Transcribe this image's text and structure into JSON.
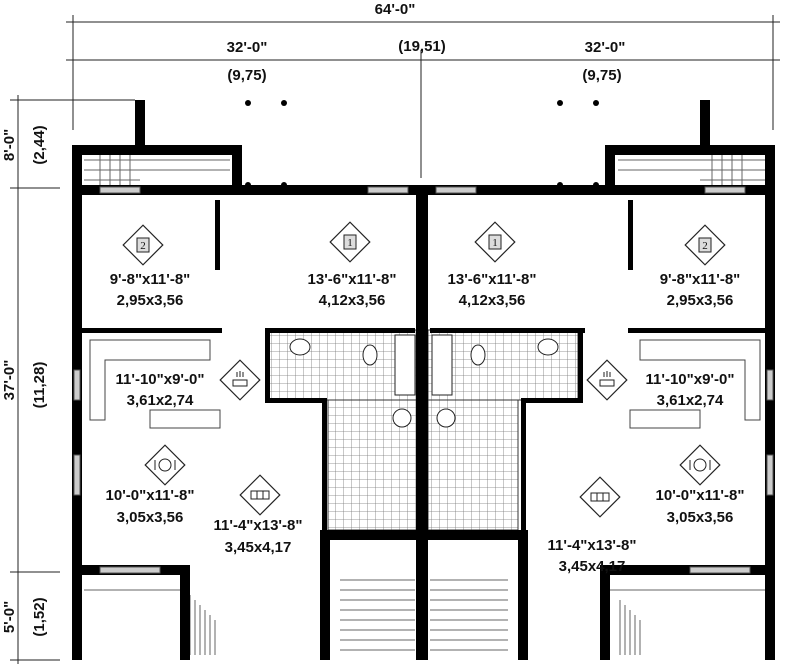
{
  "dimensions": {
    "overall_width": "64'-0\"",
    "overall_width_metric": "(19,51)",
    "left_unit_width": "32'-0\"",
    "left_unit_width_metric": "(9,75)",
    "right_unit_width": "32'-0\"",
    "right_unit_width_metric": "(9,75)",
    "rear_porch_depth": "8'-0\"",
    "rear_porch_depth_metric": "(2,44)",
    "house_depth": "37'-0\"",
    "house_depth_metric": "(11,28)",
    "front_porch_depth": "5'-0\"",
    "front_porch_depth_metric": "(1,52)"
  },
  "left_unit": {
    "bedroom2": {
      "icon": "bedroom-2-icon",
      "number": "2",
      "size": "9'-8\"x11'-8\"",
      "metric": "2,95x3,56"
    },
    "bedroom1": {
      "icon": "bedroom-1-icon",
      "number": "1",
      "size": "13'-6\"x11'-8\"",
      "metric": "4,12x3,56"
    },
    "kitchen": {
      "icon": "kitchen-pot-icon",
      "size": "11'-10\"x9'-0\"",
      "metric": "3,61x2,74"
    },
    "dining": {
      "icon": "dining-plate-icon",
      "size": "10'-0\"x11'-8\"",
      "metric": "3,05x3,56"
    },
    "living": {
      "icon": "living-sofa-icon",
      "size": "11'-4\"x13'-8\"",
      "metric": "3,45x4,17"
    }
  },
  "right_unit": {
    "bedroom1": {
      "icon": "bedroom-1-icon",
      "number": "1",
      "size": "13'-6\"x11'-8\"",
      "metric": "4,12x3,56"
    },
    "bedroom2": {
      "icon": "bedroom-2-icon",
      "number": "2",
      "size": "9'-8\"x11'-8\"",
      "metric": "2,95x3,56"
    },
    "kitchen": {
      "icon": "kitchen-pot-icon",
      "size": "11'-10\"x9'-0\"",
      "metric": "3,61x2,74"
    },
    "dining": {
      "icon": "dining-plate-icon",
      "size": "10'-0\"x11'-8\"",
      "metric": "3,05x3,56"
    },
    "living": {
      "icon": "living-sofa-icon",
      "size": "11'-4\"x13'-8\"",
      "metric": "3,45x4,17"
    }
  }
}
